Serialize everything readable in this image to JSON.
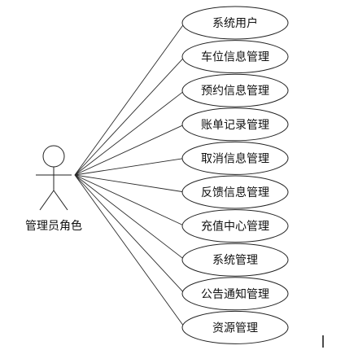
{
  "actor": {
    "label": "管理员角色"
  },
  "use_cases": [
    {
      "label": "系统用户"
    },
    {
      "label": "车位信息管理"
    },
    {
      "label": "预约信息管理"
    },
    {
      "label": "账单记录管理"
    },
    {
      "label": "取消信息管理"
    },
    {
      "label": "反馈信息管理"
    },
    {
      "label": "充值中心管理"
    },
    {
      "label": "系统管理"
    },
    {
      "label": "公告通知管理"
    },
    {
      "label": "资源管理"
    }
  ]
}
